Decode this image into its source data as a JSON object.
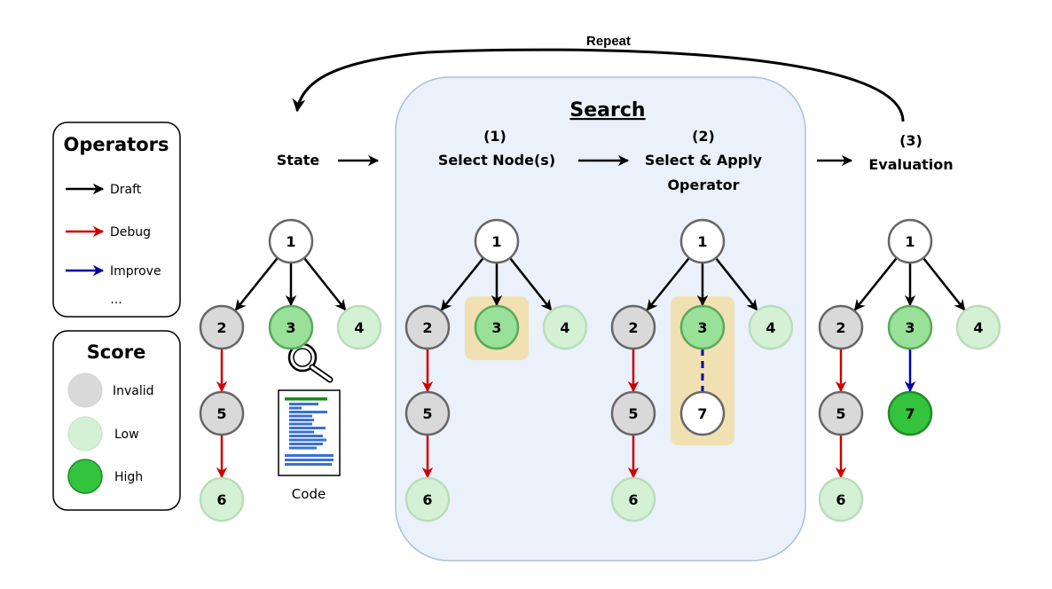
{
  "repeat_label": "Repeat",
  "legend_operators": {
    "title": "Operators",
    "items": [
      {
        "label": "Draft",
        "color": "#000000"
      },
      {
        "label": "Debug",
        "color": "#cc0000"
      },
      {
        "label": "Improve",
        "color": "#0000aa"
      }
    ],
    "more": "..."
  },
  "legend_score": {
    "title": "Score",
    "items": [
      {
        "label": "Invalid",
        "fill": "#d9d9d9",
        "stroke": "#d0d0d0"
      },
      {
        "label": "Low",
        "fill": "#d5f1d5",
        "stroke": "#bfe3bf"
      },
      {
        "label": "High",
        "fill": "#33c33c",
        "stroke": "#1f8a2a"
      }
    ]
  },
  "stages": {
    "state": "State",
    "search_title": "Search",
    "step1_num": "(1)",
    "step1_label": "Select Node(s)",
    "step2_num": "(2)",
    "step2_label_line1": "Select & Apply",
    "step2_label_line2": "Operator",
    "step3_num": "(3)",
    "step3_label": "Evaluation"
  },
  "code_label": "Code",
  "colors": {
    "search_bg": "#ebf1fb",
    "search_border": "#a9c0da",
    "highlight": "#f2dfaa",
    "draft": "#000000",
    "debug": "#cc0000",
    "improve": "#0000aa",
    "node_stroke": "#666666"
  },
  "trees": [
    {
      "name": "state",
      "nodes": [
        {
          "id": "1",
          "score": "none"
        },
        {
          "id": "2",
          "score": "invalid"
        },
        {
          "id": "3",
          "score": "mid"
        },
        {
          "id": "4",
          "score": "low"
        },
        {
          "id": "5",
          "score": "invalid"
        },
        {
          "id": "6",
          "score": "low"
        }
      ],
      "edges": [
        {
          "from": "1",
          "to": "2",
          "op": "draft"
        },
        {
          "from": "1",
          "to": "3",
          "op": "draft"
        },
        {
          "from": "1",
          "to": "4",
          "op": "draft"
        },
        {
          "from": "2",
          "to": "5",
          "op": "debug"
        },
        {
          "from": "5",
          "to": "6",
          "op": "debug"
        }
      ]
    },
    {
      "name": "select",
      "nodes": [
        {
          "id": "1",
          "score": "none"
        },
        {
          "id": "2",
          "score": "invalid"
        },
        {
          "id": "3",
          "score": "mid",
          "selected": true
        },
        {
          "id": "4",
          "score": "low"
        },
        {
          "id": "5",
          "score": "invalid"
        },
        {
          "id": "6",
          "score": "low"
        }
      ],
      "edges": [
        {
          "from": "1",
          "to": "2",
          "op": "draft"
        },
        {
          "from": "1",
          "to": "3",
          "op": "draft"
        },
        {
          "from": "1",
          "to": "4",
          "op": "draft"
        },
        {
          "from": "2",
          "to": "5",
          "op": "debug"
        },
        {
          "from": "5",
          "to": "6",
          "op": "debug"
        }
      ]
    },
    {
      "name": "apply",
      "nodes": [
        {
          "id": "1",
          "score": "none"
        },
        {
          "id": "2",
          "score": "invalid"
        },
        {
          "id": "3",
          "score": "mid",
          "selected": true
        },
        {
          "id": "4",
          "score": "low"
        },
        {
          "id": "5",
          "score": "invalid"
        },
        {
          "id": "6",
          "score": "low"
        },
        {
          "id": "7",
          "score": "none"
        }
      ],
      "edges": [
        {
          "from": "1",
          "to": "2",
          "op": "draft"
        },
        {
          "from": "1",
          "to": "3",
          "op": "draft"
        },
        {
          "from": "1",
          "to": "4",
          "op": "draft"
        },
        {
          "from": "2",
          "to": "5",
          "op": "debug"
        },
        {
          "from": "5",
          "to": "6",
          "op": "debug"
        },
        {
          "from": "3",
          "to": "7",
          "op": "pending"
        }
      ]
    },
    {
      "name": "evaluation",
      "nodes": [
        {
          "id": "1",
          "score": "none"
        },
        {
          "id": "2",
          "score": "invalid"
        },
        {
          "id": "3",
          "score": "mid"
        },
        {
          "id": "4",
          "score": "low"
        },
        {
          "id": "5",
          "score": "invalid"
        },
        {
          "id": "6",
          "score": "low"
        },
        {
          "id": "7",
          "score": "high"
        }
      ],
      "edges": [
        {
          "from": "1",
          "to": "2",
          "op": "draft"
        },
        {
          "from": "1",
          "to": "3",
          "op": "draft"
        },
        {
          "from": "1",
          "to": "4",
          "op": "draft"
        },
        {
          "from": "2",
          "to": "5",
          "op": "debug"
        },
        {
          "from": "5",
          "to": "6",
          "op": "debug"
        },
        {
          "from": "3",
          "to": "7",
          "op": "improve"
        }
      ]
    }
  ]
}
